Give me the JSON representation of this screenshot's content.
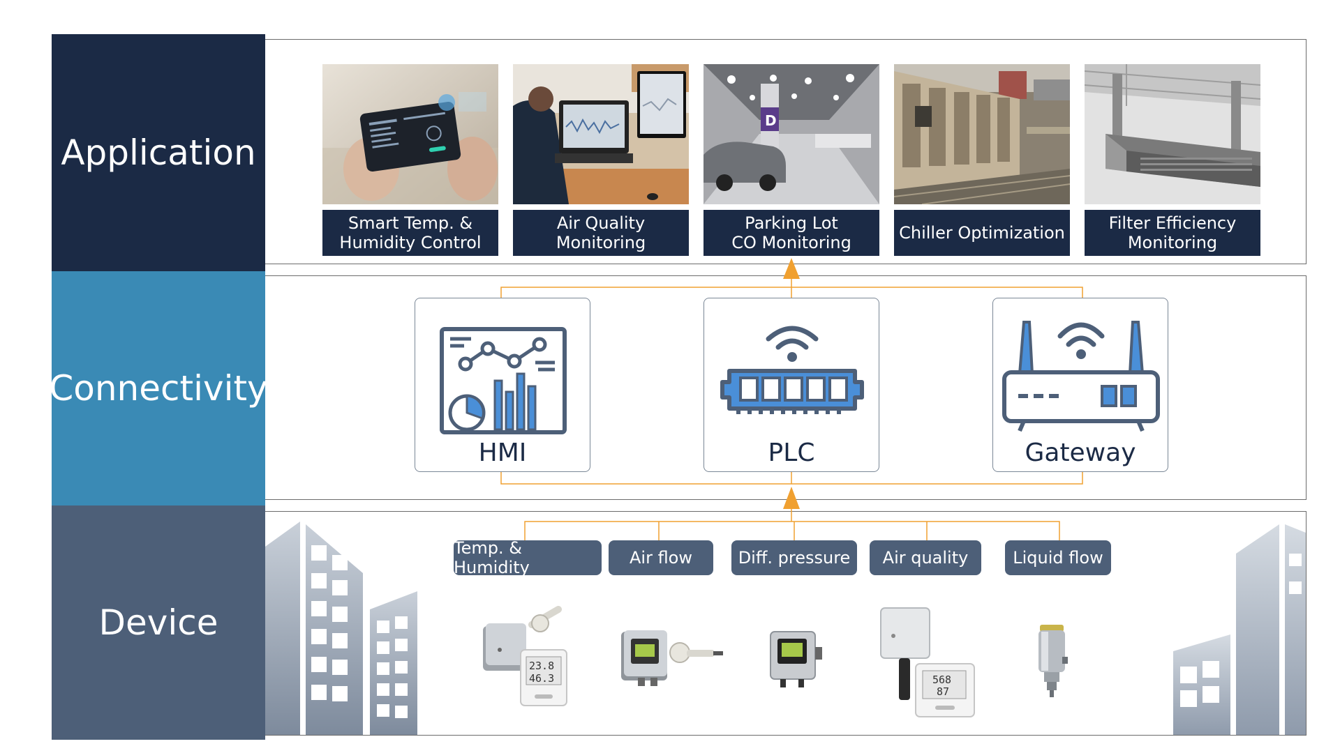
{
  "layers": {
    "application": {
      "label": "Application",
      "color": "#1b2a45"
    },
    "connectivity": {
      "label": "Connectivity",
      "color": "#3a8ab5"
    },
    "device": {
      "label": "Device",
      "color": "#4d5f78"
    }
  },
  "applications": [
    {
      "caption": "Smart Temp. &\nHumidity Control",
      "photo": "tablet-hand"
    },
    {
      "caption": "Air Quality\nMonitoring",
      "photo": "person-computer"
    },
    {
      "caption": "Parking Lot\nCO Monitoring",
      "photo": "parking-garage"
    },
    {
      "caption": "Chiller Optimization",
      "photo": "chiller-units"
    },
    {
      "caption": "Filter Efficiency\nMonitoring",
      "photo": "air-duct"
    }
  ],
  "connectivity": [
    {
      "label": "HMI",
      "icon": "dashboard-chart-icon"
    },
    {
      "label": "PLC",
      "icon": "plc-module-icon"
    },
    {
      "label": "Gateway",
      "icon": "router-icon"
    }
  ],
  "devices": [
    {
      "label": "Temp. & Humidity"
    },
    {
      "label": "Air flow"
    },
    {
      "label": "Diff. pressure"
    },
    {
      "label": "Air quality"
    },
    {
      "label": "Liquid flow"
    }
  ],
  "sensor_readouts": {
    "temp_humidity": [
      "23.8",
      "46.3"
    ],
    "air_quality": [
      "568",
      "87"
    ]
  },
  "colors": {
    "connector": "#f0a030",
    "navy": "#1b2a45",
    "icon_blue": "#4a8fd8",
    "icon_dark": "#4d5f78"
  }
}
